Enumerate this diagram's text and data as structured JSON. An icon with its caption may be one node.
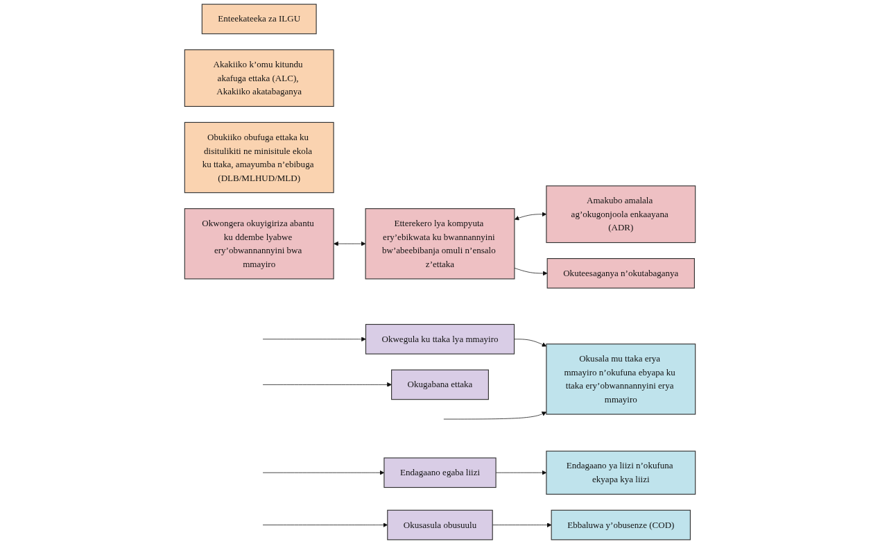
{
  "diagram": {
    "nodes": [
      {
        "text": [
          "Enteekateeka za ILGU"
        ]
      },
      {
        "text": [
          "Akakiiko k’omu kitundu akafuga ettaka (ALC), Akakiiko akatabaganya"
        ]
      },
      {
        "text": [
          "Obukiiko obufuga ettaka ku disitulikiti ne minisitule ekola ku ttaka, amayumba n’ebibuga (DLB/MLHUD/MLD)"
        ]
      },
      {
        "text": [
          "Okwongera okuyigiriza abantu ku ddembe lyabwe ery’obwannannyini bwa mmayiro"
        ]
      },
      {
        "text": [
          "Etterekero lya kompyuta ery’ebikwata ku bwannannyini bw’abeebibanja omuli n’ensalo z’ettaka"
        ]
      },
      {
        "text": [
          "Amakubo amalala ag’okugonjoola enkaayana (ADR)"
        ]
      },
      {
        "text": [
          "Okuteesaganya n’okutabaganya"
        ]
      },
      {
        "text": [
          "Okwegula ku ttaka lya mmayiro"
        ]
      },
      {
        "text": [
          "Okugabana ettaka"
        ]
      },
      {
        "text": [
          "Endagaano egaba liizi"
        ]
      },
      {
        "text": [
          "Okusasula obusuulu"
        ]
      },
      {
        "text": [
          "Okusala mu ttaka erya mmayiro n’okufuna ebyapa ku ttaka ery’obwannannyini erya mmayiro"
        ]
      },
      {
        "text": [
          "Endagaano ya liizi n’okufuna ekyapa kya liizi"
        ]
      },
      {
        "text": [
          "Ebbaluwa y’obusenze (COD)"
        ]
      }
    ],
    "edges": [
      {
        "from": 3,
        "to": 4,
        "arrow": "both"
      },
      {
        "from": 4,
        "to": 5,
        "arrow": "both"
      },
      {
        "from": 4,
        "to": 6,
        "arrow": "to"
      },
      {
        "from": null,
        "to": 7,
        "arrow": "to"
      },
      {
        "from": null,
        "to": 8,
        "arrow": "to"
      },
      {
        "from": null,
        "to": 9,
        "arrow": "to"
      },
      {
        "from": null,
        "to": 10,
        "arrow": "to"
      },
      {
        "from": 7,
        "to": 11,
        "arrow": "to"
      },
      {
        "from": null,
        "to": 11,
        "arrow": "to"
      },
      {
        "from": 9,
        "to": 12,
        "arrow": "to"
      },
      {
        "from": 10,
        "to": 13,
        "arrow": "to"
      }
    ]
  }
}
